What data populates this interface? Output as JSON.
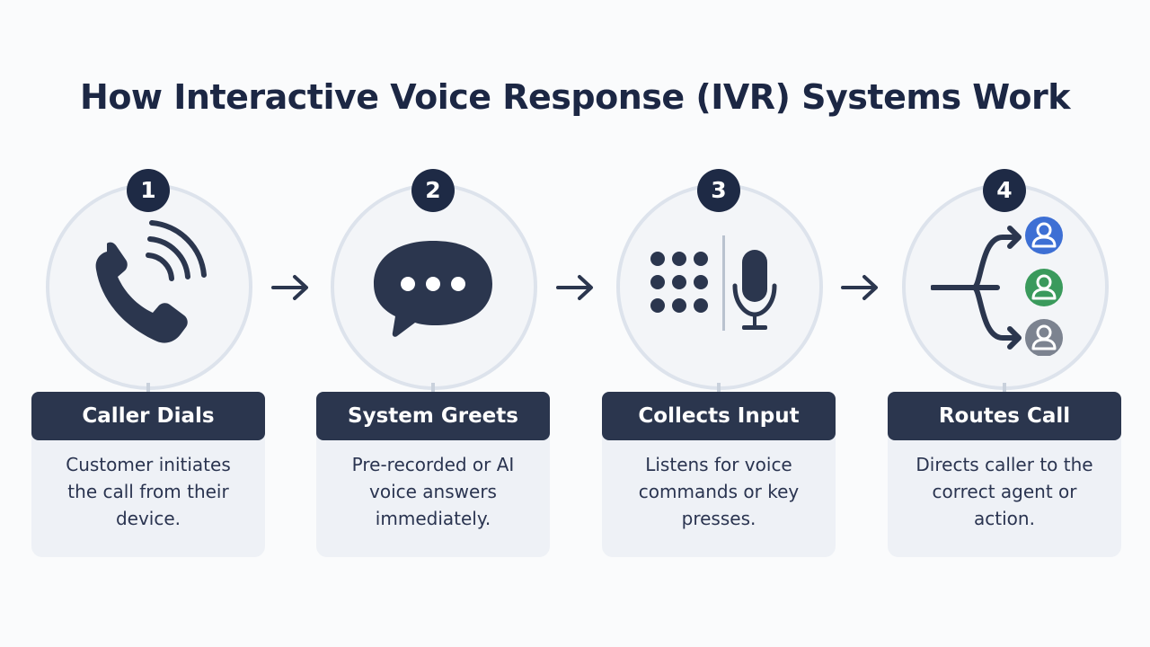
{
  "title": "How Interactive Voice Response (IVR) Systems Work",
  "steps": [
    {
      "number": "1",
      "label": "Caller Dials",
      "description": "Customer initiates the call from their device.",
      "icon": "phone-call-icon"
    },
    {
      "number": "2",
      "label": "System Greets",
      "description": "Pre-recorded or AI voice answers immediately.",
      "icon": "speech-bubble-icon"
    },
    {
      "number": "3",
      "label": "Collects Input",
      "description": "Listens for voice commands or key presses.",
      "icon": "keypad-microphone-icon"
    },
    {
      "number": "4",
      "label": "Routes Call",
      "description": "Directs caller to the correct agent or action.",
      "icon": "routing-agents-icon"
    }
  ],
  "colors": {
    "navy": "#1e2a45",
    "label_bg": "#2b364e",
    "agent_blue": "#3d6fd4",
    "agent_green": "#3a9a5c",
    "agent_gray": "#7c8390"
  }
}
